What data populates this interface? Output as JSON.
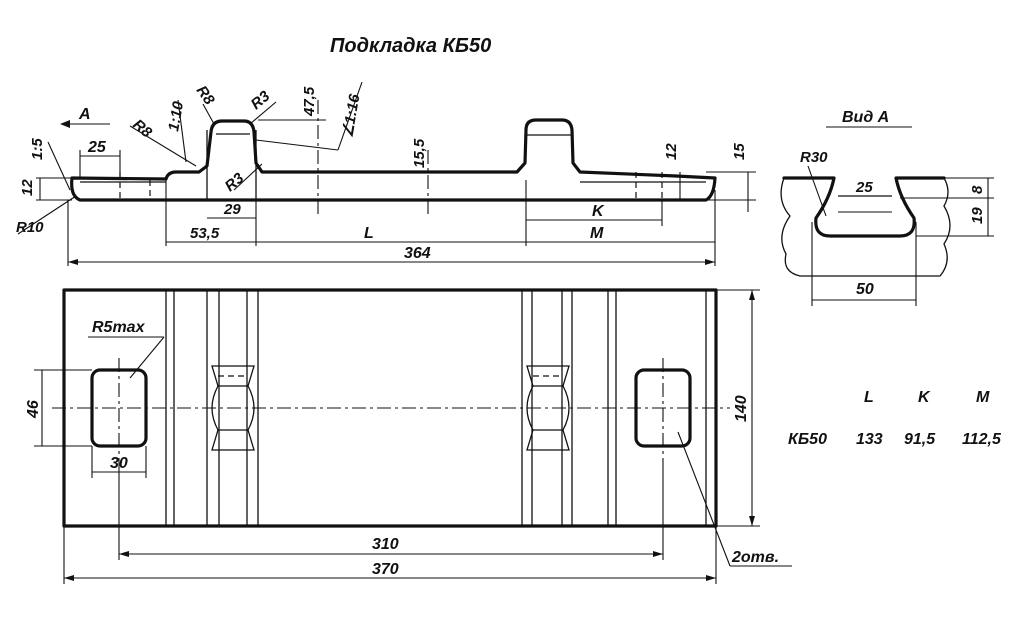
{
  "title": "Подкладка КБ50",
  "section": {
    "view_arrow_label": "А",
    "slope_left": "1:5",
    "slope_mid": "1:10",
    "slope_right": "∠1:16",
    "r8_a": "R8",
    "r8_b": "R8",
    "r3_top": "R3",
    "r3_bottom": "R3",
    "r10": "R10",
    "dim_25": "25",
    "dim_12_left": "12",
    "dim_29": "29",
    "dim_47_5": "47,5",
    "dim_15_5": "15,5",
    "dim_12_right": "12",
    "dim_15": "15",
    "dim_53_5": "53,5",
    "dim_L": "L",
    "dim_K": "K",
    "dim_M": "M",
    "dim_364": "364"
  },
  "view_a": {
    "title": "Вид А",
    "r30": "R30",
    "dim_25": "25",
    "dim_8": "8",
    "dim_19": "19",
    "dim_50": "50"
  },
  "plan": {
    "r5max": "R5max",
    "dim_46": "46",
    "dim_30": "30",
    "dim_140": "140",
    "dim_310": "310",
    "dim_370": "370",
    "holes_note": "2отв."
  },
  "table": {
    "headers": [
      "L",
      "K",
      "M"
    ],
    "rows": [
      {
        "name": "КБ50",
        "values": [
          "133",
          "91,5",
          "112,5"
        ]
      }
    ]
  }
}
